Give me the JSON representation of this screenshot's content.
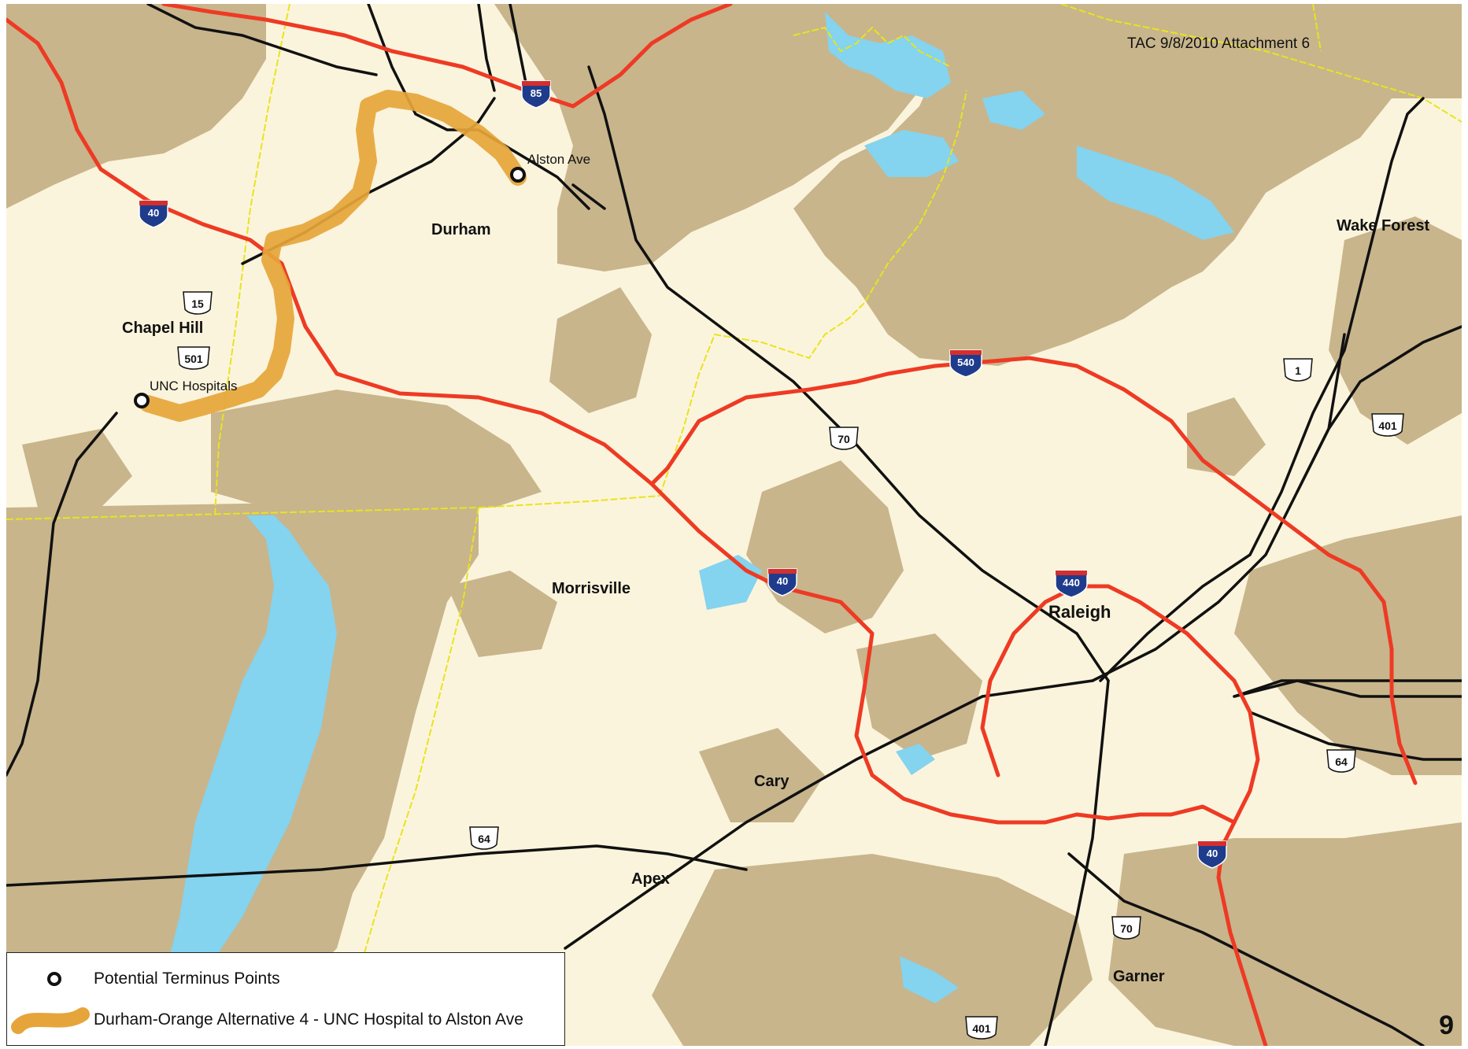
{
  "header": {
    "note": "TAC 9/8/2010  Attachment 6"
  },
  "page": {
    "number": "9"
  },
  "places": {
    "durham": "Durham",
    "chapel_hill": "Chapel Hill",
    "morrisville": "Morrisville",
    "cary": "Cary",
    "apex": "Apex",
    "raleigh": "Raleigh",
    "garner": "Garner",
    "wake_forest": "Wake Forest"
  },
  "termini": {
    "alston": "Alston Ave",
    "unc": "UNC Hospitals"
  },
  "shields": {
    "i40_nw": "40",
    "i85": "85",
    "i540": "540",
    "i40_mid": "40",
    "i440": "440",
    "i40_se": "40",
    "us15": "15",
    "us501": "501",
    "us70_n": "70",
    "us70_s": "70",
    "us1": "1",
    "us401_ne": "401",
    "us401_s": "401",
    "us64_w": "64",
    "us64_e": "64"
  },
  "legend": {
    "terminus_label": "Potential Terminus Points",
    "alternative_label": "Durham-Orange Alternative 4 - UNC Hospital to Alston Ave"
  },
  "colors": {
    "background": "#fbf4dc",
    "urban": "#c8b58c",
    "water": "#84d3ef",
    "interstate": "#ee3a24",
    "highway": "#111111",
    "county_line": "#e8e41e",
    "alternative": "#e6a53a",
    "shield_blue": "#1f3c8c",
    "shield_red": "#d32f2f"
  }
}
